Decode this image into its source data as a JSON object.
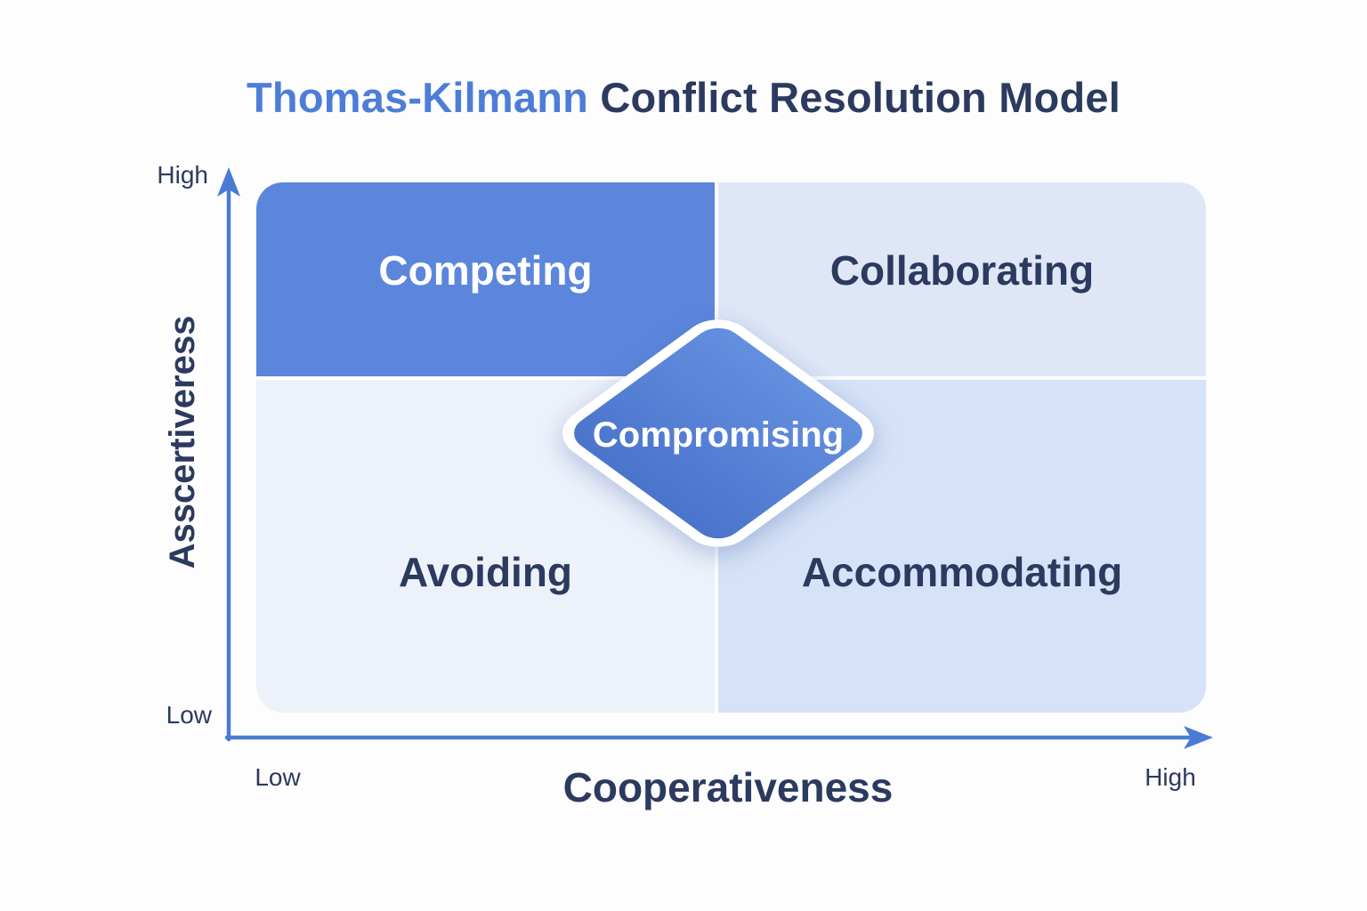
{
  "title": {
    "highlight": "Thomas-Kilmann",
    "rest": " Conflict Resolution Model"
  },
  "axes": {
    "color": "#4a7bd4",
    "y": {
      "label": "Asscertiveress",
      "top_tick": "High",
      "bottom_tick": "Low"
    },
    "x": {
      "label": "Cooperativeness",
      "left_tick": "Low",
      "right_tick": "High"
    }
  },
  "quadrants": {
    "top_left": {
      "label": "Competing",
      "bg": "#5b86dc",
      "text": "#ffffff"
    },
    "top_right": {
      "label": "Collaborating",
      "bg": "#dfe7f7",
      "text": "#2b3a5e"
    },
    "bottom_left": {
      "label": "Avoiding",
      "bg": "#edf1fa",
      "text": "#2b3a5e"
    },
    "bottom_right": {
      "label": "Accommodating",
      "bg": "#d6e2f7",
      "text": "#2b3a5e"
    }
  },
  "center_diamond": {
    "label": "Compromising",
    "gradient_top": "#6490e0",
    "gradient_bottom": "#4a73cb",
    "border": "#ffffff"
  },
  "colors": {
    "title_highlight": "#4d7ed6",
    "title_text": "#2b3a5e",
    "background": "#fdfdfe"
  }
}
